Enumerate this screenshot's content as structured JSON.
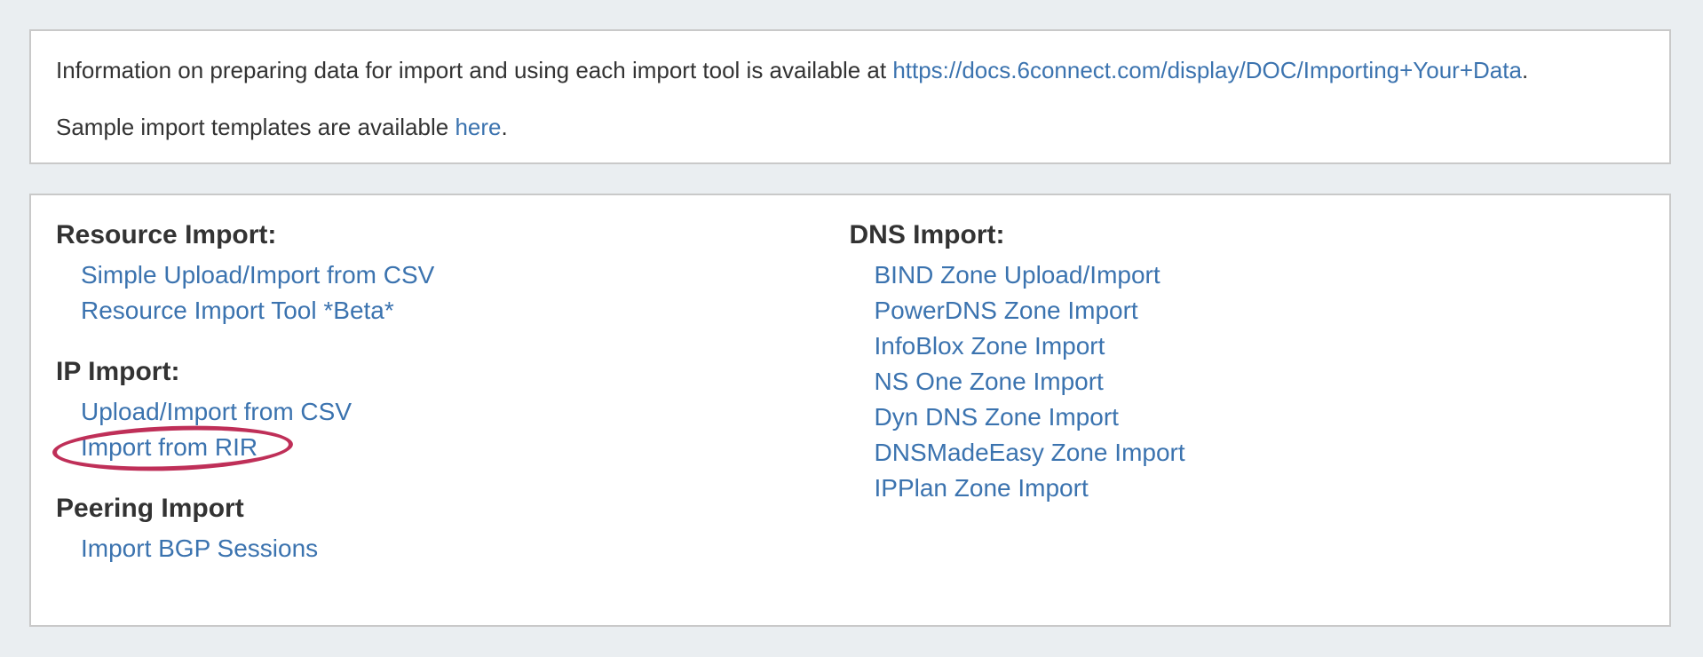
{
  "colors": {
    "page_background": "#eaeef1",
    "panel_background": "#ffffff",
    "panel_border": "#c9c9c9",
    "link": "#3b73af",
    "heading": "#333333",
    "body_text": "#333333",
    "annotation_ellipse": "#bf2f58"
  },
  "info_panel": {
    "line1": {
      "before": "Information on preparing data for import and using each import tool is available at ",
      "link": "https://docs.6connect.com/display/DOC/Importing+Your+Data",
      "after": "."
    },
    "line2": {
      "before": "Sample import templates are available ",
      "link": "here",
      "after": "."
    }
  },
  "import_panel": {
    "left_sections": [
      {
        "heading": "Resource Import:",
        "links": [
          "Simple Upload/Import from CSV",
          "Resource Import Tool *Beta*"
        ]
      },
      {
        "heading": "IP Import:",
        "links": [
          "Upload/Import from CSV",
          "Import from RIR"
        ],
        "circled_link": "Import from RIR"
      },
      {
        "heading": "Peering Import",
        "links": [
          "Import BGP Sessions"
        ]
      }
    ],
    "right_sections": [
      {
        "heading": "DNS Import:",
        "links": [
          "BIND Zone Upload/Import",
          "PowerDNS Zone Import",
          "InfoBlox Zone Import",
          "NS One Zone Import",
          "Dyn DNS Zone Import",
          "DNSMadeEasy Zone Import",
          "IPPlan Zone Import"
        ]
      }
    ]
  }
}
